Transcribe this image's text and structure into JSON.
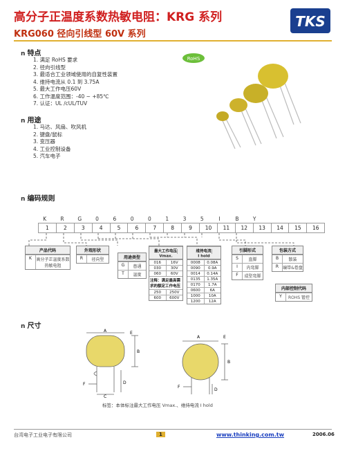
{
  "header": {
    "title": "高分子正温度系数热敏电阻：KRG 系列",
    "subtitle": "KRG060 径向引线型 60V 系列",
    "logo_text": "TKS"
  },
  "features": {
    "heading": "特点",
    "items": [
      "1. 满足 RoHS 要求",
      "2. 径向引线型",
      "3. 最适合工业领域使用的自复性装置",
      "4. 维持电流从 0.1 到 3.75A",
      "5. 最大工作电压60V",
      "6. 工作温度范围：-40 ~ +85℃",
      "7. 认证：UL /cUL/TUV"
    ],
    "rohs_badge": "RoHS"
  },
  "applications": {
    "heading": "用途",
    "items": [
      "1. 马达、风扇、吹风机",
      "2. 键盘/鼠标",
      "3. 变压器",
      "4. 工业控制设备",
      "5. 汽车电子"
    ]
  },
  "coding": {
    "heading": "编码规则",
    "letters": [
      "K",
      "R",
      "G",
      "0",
      "6",
      "0",
      "0",
      "1",
      "3",
      "5",
      "I",
      "B",
      "Y"
    ],
    "positions": [
      "1",
      "2",
      "3",
      "4",
      "5",
      "6",
      "7",
      "8",
      "9",
      "10",
      "11",
      "12",
      "13",
      "14",
      "15",
      "16"
    ],
    "product_code": {
      "title": "产品代码",
      "key": "K",
      "value": "高分子正温度系数热敏电阻"
    },
    "shape": {
      "title": "外观形状",
      "key": "R",
      "value": "径向型"
    },
    "usage": {
      "title": "用途类型",
      "rows": [
        {
          "k": "G",
          "v": "普通"
        },
        {
          "k": "T",
          "v": "温度"
        }
      ]
    },
    "max_voltage": {
      "title": "最大工作电压",
      "subtitle": "Vmax.",
      "rows": [
        [
          "016",
          "16V"
        ],
        [
          "030",
          "30V"
        ],
        [
          "060",
          "60V"
        ]
      ],
      "note": "注释：满足最高需求的额定工作电压",
      "rows2": [
        [
          "250",
          "250V"
        ],
        [
          "600",
          "600V"
        ]
      ]
    },
    "hold": {
      "title": "维持电流",
      "subtitle": "I hold",
      "rows": [
        [
          "0008",
          "0.08A"
        ],
        [
          "0090",
          "0.9A"
        ],
        [
          "0014",
          "0.14A"
        ],
        [
          "0135",
          "1.35A"
        ],
        [
          "0170",
          "1.7A"
        ],
        [
          "0600",
          "6A"
        ],
        [
          "1000",
          "10A"
        ],
        [
          "1200",
          "12A"
        ]
      ]
    },
    "lead": {
      "title": "引脚形式",
      "rows": [
        {
          "k": "S",
          "v": "直脚"
        },
        {
          "k": "I",
          "v": "内弯脚"
        },
        {
          "k": "F",
          "v": "成型弯脚"
        }
      ]
    },
    "packing": {
      "title": "包装方式",
      "rows": [
        {
          "k": "B",
          "v": "散装"
        },
        {
          "k": "R",
          "v": "编带&卷盘"
        }
      ]
    },
    "internal": {
      "title": "内部控制代码",
      "key": "Y",
      "value": "ROHS 管控"
    }
  },
  "dimensions": {
    "heading": "尺寸",
    "labels": [
      "A",
      "E",
      "B",
      "F",
      "D",
      "C"
    ],
    "caption": "标签：本体标注最大工作电压 Vmax.、维持电流 I hold"
  },
  "footer": {
    "company": "台湾电子工业电子有限公司",
    "page": "1",
    "url": "www.thinking.com.tw",
    "date": "2006.06"
  },
  "colors": {
    "title": "#d02020",
    "accent": "#e0b030",
    "disc": "#d8c030"
  }
}
